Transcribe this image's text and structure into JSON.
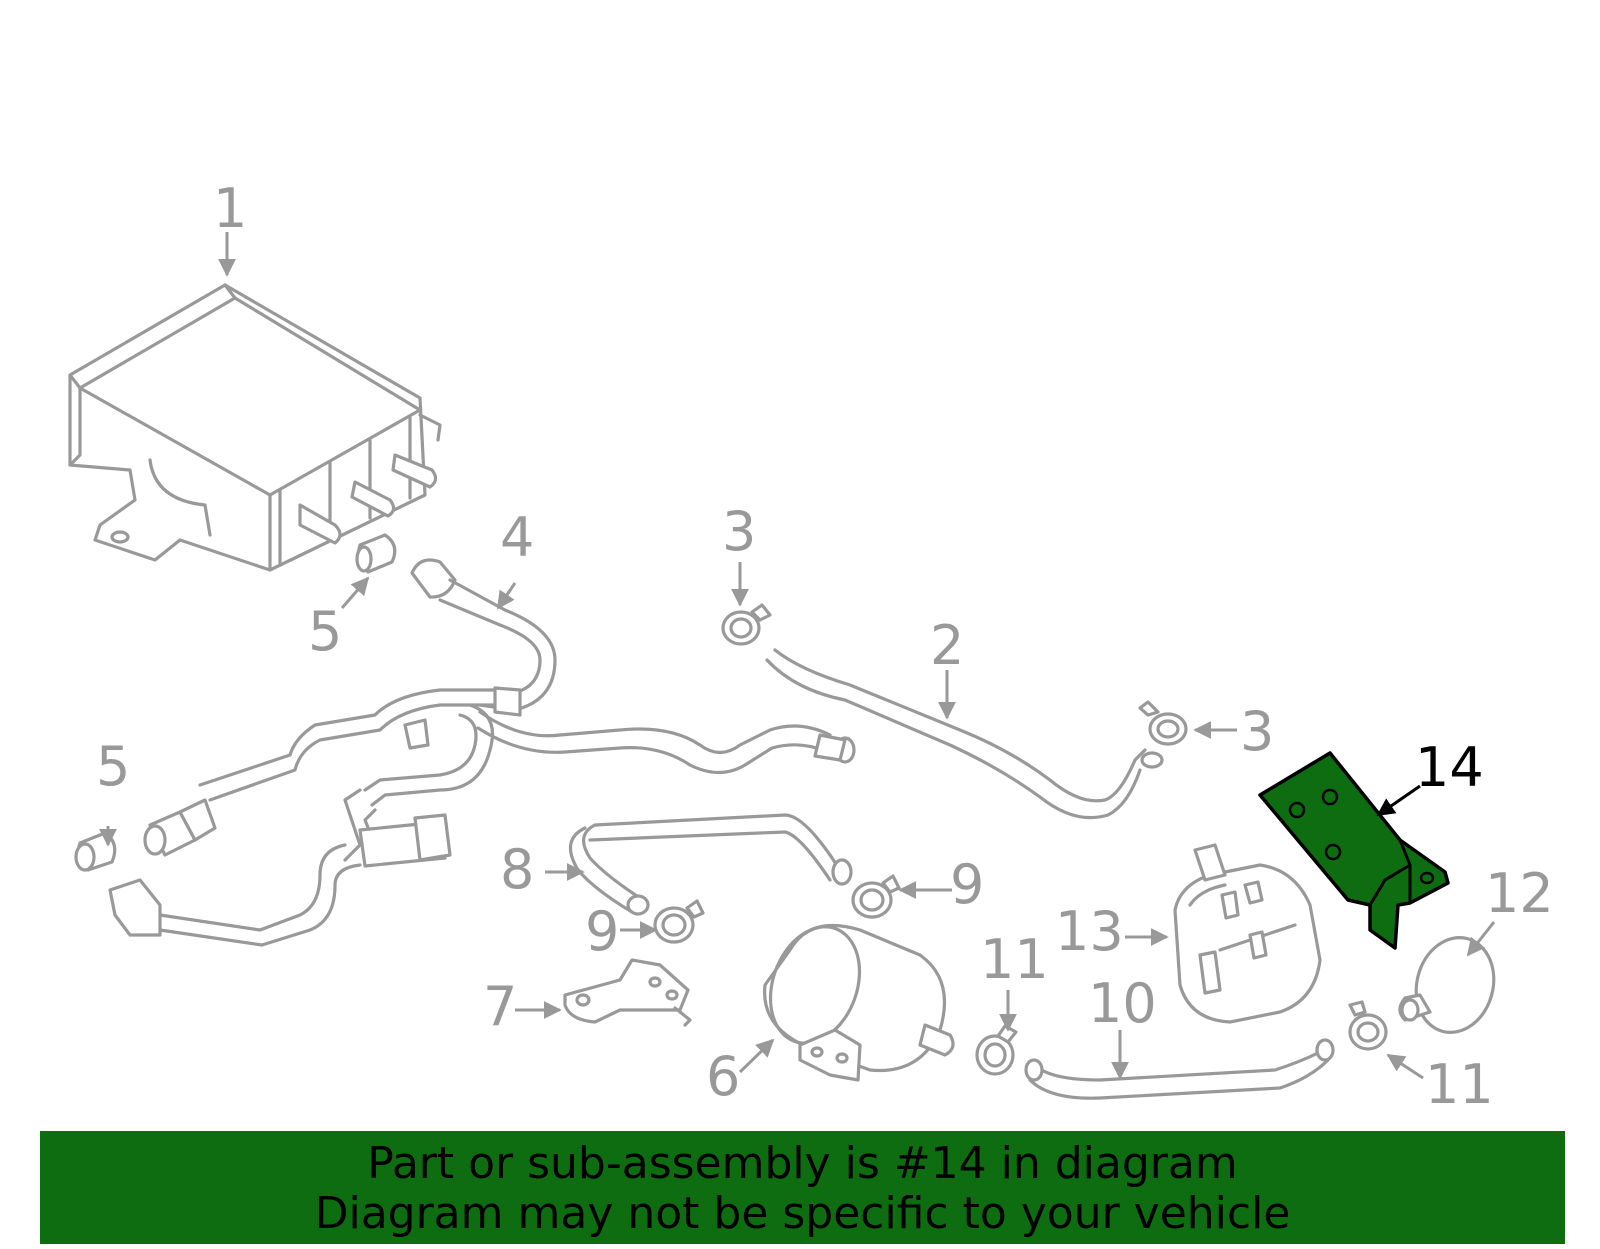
{
  "diagram": {
    "highlight_color": "#0e6d10",
    "line_color": "#999999",
    "callouts": [
      {
        "id": "c1",
        "label": "1"
      },
      {
        "id": "c2",
        "label": "2"
      },
      {
        "id": "c3a",
        "label": "3"
      },
      {
        "id": "c3b",
        "label": "3"
      },
      {
        "id": "c4",
        "label": "4"
      },
      {
        "id": "c5a",
        "label": "5"
      },
      {
        "id": "c5b",
        "label": "5"
      },
      {
        "id": "c6",
        "label": "6"
      },
      {
        "id": "c7",
        "label": "7"
      },
      {
        "id": "c8",
        "label": "8"
      },
      {
        "id": "c9a",
        "label": "9"
      },
      {
        "id": "c9b",
        "label": "9"
      },
      {
        "id": "c10",
        "label": "10"
      },
      {
        "id": "c11a",
        "label": "11"
      },
      {
        "id": "c11b",
        "label": "11"
      },
      {
        "id": "c12",
        "label": "12"
      },
      {
        "id": "c13",
        "label": "13"
      },
      {
        "id": "c14",
        "label": "14"
      }
    ]
  },
  "banner": {
    "line1": "Part or sub-assembly is #14 in diagram",
    "line2": "Diagram may not be specific to your vehicle",
    "background": "#0e6d10"
  }
}
